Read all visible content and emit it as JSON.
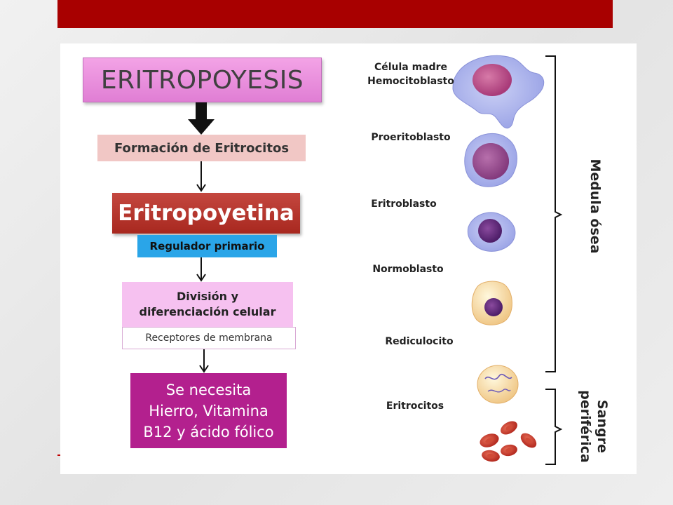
{
  "flow": {
    "title": "ERITROPOYESIS",
    "step1": "Formación de Eritrocitos",
    "step2": "Eritropoyetina",
    "step2_sub": "Regulador primario",
    "step3_line1": "División y",
    "step3_line2": "diferenciación celular",
    "step3_sub": "Receptores de membrana",
    "step4_line1": "Se necesita",
    "step4_line2": "Hierro, Vitamina",
    "step4_line3": "B12 y ácido fólico"
  },
  "stages": {
    "s1_line1": "Célula madre",
    "s1_line2": "Hemocitoblasto",
    "s2": "Proeritoblasto",
    "s3": "Eritroblasto",
    "s4": "Normoblasto",
    "s5": "Rediculocito",
    "s6": "Eritrocitos"
  },
  "groups": {
    "medula": "Medula ósea",
    "sangre_line1": "Sangre",
    "sangre_line2": "periférica"
  },
  "colors": {
    "top_bar": "#a80000",
    "title_box": "#e07ed4",
    "epo_box": "#b3342c",
    "regulador_box": "#2aa5e8",
    "necesita_box": "#b3208e"
  }
}
